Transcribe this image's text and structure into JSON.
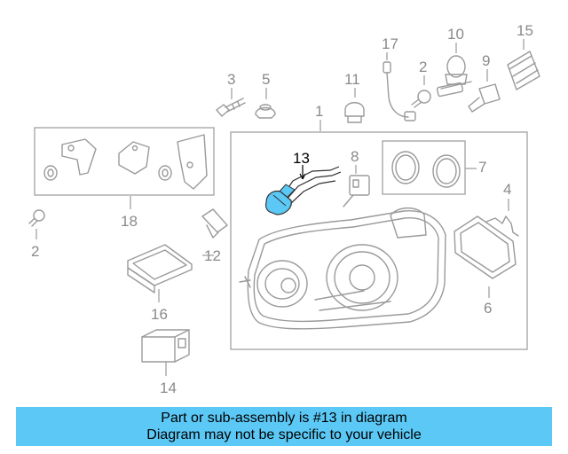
{
  "banner": {
    "line1": "Part or sub-assembly is #13 in diagram",
    "line2": "Diagram may not be specific to your vehicle",
    "background_color": "#5bc8f5"
  },
  "highlight_color": "#5bc8f5",
  "callouts": {
    "c1": "1",
    "c2a": "2",
    "c2b": "2",
    "c3": "3",
    "c4": "4",
    "c5": "5",
    "c6": "6",
    "c7": "7",
    "c8": "8",
    "c9": "9",
    "c10": "10",
    "c11": "11",
    "c12": "12",
    "c13": "13",
    "c14": "14",
    "c15": "15",
    "c16": "16",
    "c17": "17",
    "c18": "18"
  }
}
